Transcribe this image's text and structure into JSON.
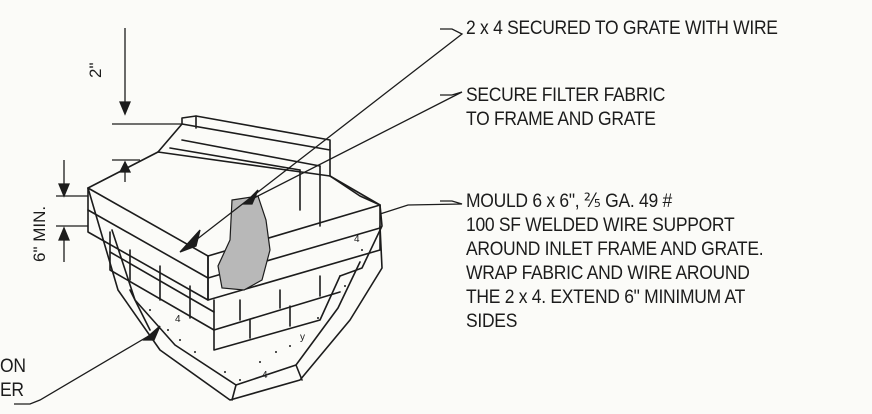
{
  "callouts": {
    "top": "2 x 4 SECURED TO GRATE WITH WIRE",
    "middle": [
      "SECURE FILTER FABRIC",
      "TO FRAME AND GRATE"
    ],
    "bottom": [
      "MOULD 6 x 6\", ⅖ GA. 49 #",
      "100 SF WELDED WIRE SUPPORT",
      "AROUND INLET FRAME AND GRATE.",
      "WRAP FABRIC AND WIRE AROUND",
      "THE 2 x 4. EXTEND 6\" MINIMUM AT",
      "SIDES"
    ],
    "left_partial": [
      "ON",
      "ER"
    ]
  },
  "dimensions": {
    "top": "2\"",
    "side": "6\" MIN."
  },
  "colors": {
    "ink": "#1c1c1c",
    "fabric_shade": "#b8b8b8",
    "paper": "#fbfbf8"
  }
}
